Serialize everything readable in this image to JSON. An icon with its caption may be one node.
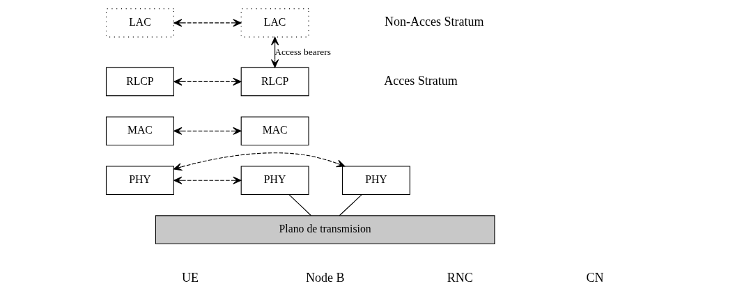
{
  "diagram": {
    "nodes": [
      {
        "text": [
          "LAC"
        ]
      },
      {
        "text": [
          "LAC"
        ]
      },
      {
        "text": [
          "RLCP"
        ]
      },
      {
        "text": [
          "MAC"
        ]
      },
      {
        "text": [
          "PHY"
        ]
      },
      {
        "text": [
          "PHY"
        ]
      },
      {
        "text": [
          "RLCP"
        ]
      },
      {
        "text": [
          "MAC"
        ]
      },
      {
        "text": [
          "PHY"
        ]
      },
      {
        "text": [
          "Plano de transmision"
        ]
      }
    ],
    "edges": [
      {
        "from": 0,
        "to": 1,
        "arrow": "both",
        "style": "dashed"
      },
      {
        "from": 1,
        "to": 6,
        "arrow": "both",
        "label": "Access bearers"
      },
      {
        "from": 2,
        "to": 6,
        "arrow": "both",
        "style": "dashed"
      },
      {
        "from": 3,
        "to": 7,
        "arrow": "both",
        "style": "dashed"
      },
      {
        "from": 4,
        "to": 8,
        "arrow": "both",
        "style": "dashed"
      },
      {
        "from": 4,
        "to": 5,
        "arrow": "both",
        "style": "dashed"
      },
      {
        "from": 5,
        "to": 9,
        "arrow": "none"
      },
      {
        "from": 8,
        "to": 9,
        "arrow": "none"
      }
    ],
    "labels": [
      "Non-Acces Stratum",
      "Acces Stratum",
      "UE",
      "Node B",
      "RNC",
      "CN"
    ]
  }
}
